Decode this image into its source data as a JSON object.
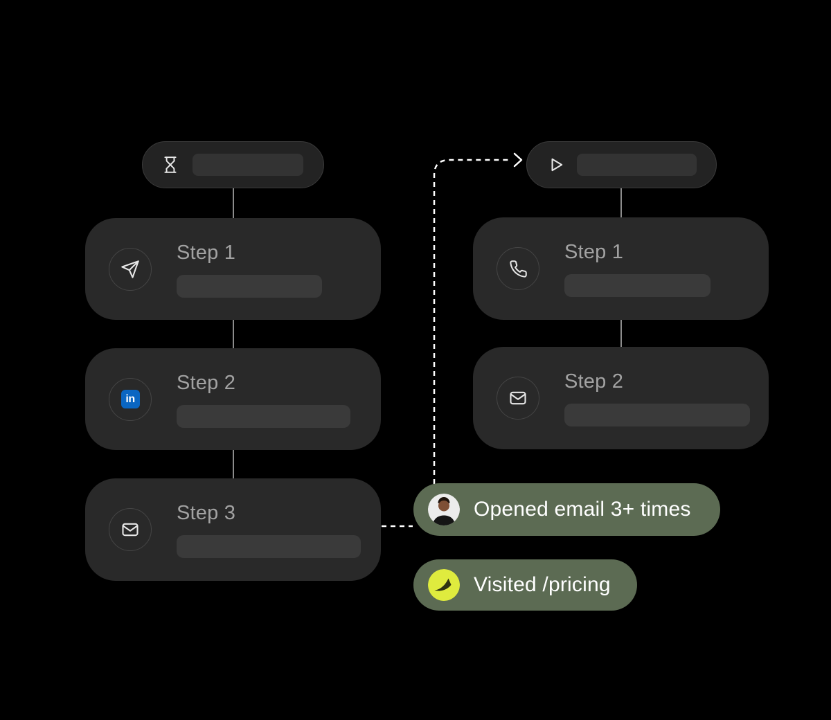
{
  "left_flow": {
    "trigger": {
      "icon": "hourglass-icon"
    },
    "steps": [
      {
        "label": "Step 1",
        "icon": "send-icon"
      },
      {
        "label": "Step 2",
        "icon": "linkedin-icon"
      },
      {
        "label": "Step 3",
        "icon": "envelope-icon"
      }
    ],
    "linkedin_label": "in"
  },
  "right_flow": {
    "trigger": {
      "icon": "play-icon"
    },
    "steps": [
      {
        "label": "Step 1",
        "icon": "phone-icon"
      },
      {
        "label": "Step 2",
        "icon": "envelope-icon"
      }
    ]
  },
  "badges": [
    {
      "label": "Opened email 3+ times",
      "icon": "avatar"
    },
    {
      "label": "Visited /pricing",
      "icon": "brand-logo"
    }
  ],
  "colors": {
    "background": "#000000",
    "card": "#292929",
    "pill": "#232323",
    "pill_border": "#3a3a3a",
    "pill_placeholder": "#333333",
    "placeholder": "#3a3a3a",
    "step_text": "#a2a2a2",
    "connector": "#8c8c8c",
    "dashed": "#ffffff",
    "badge_green": "#5c6b53",
    "badge_text": "#ffffff",
    "linkedin_blue": "#0a66c2",
    "icon_stroke": "#e8e8e8",
    "icon_circle_border": "#454545",
    "avatar_bg": "#ececec",
    "avatar_skin": "#7e4f35",
    "avatar_shirt": "#151515",
    "logo_yellow": "#dfeb3e",
    "logo_mark": "#2e3312"
  }
}
